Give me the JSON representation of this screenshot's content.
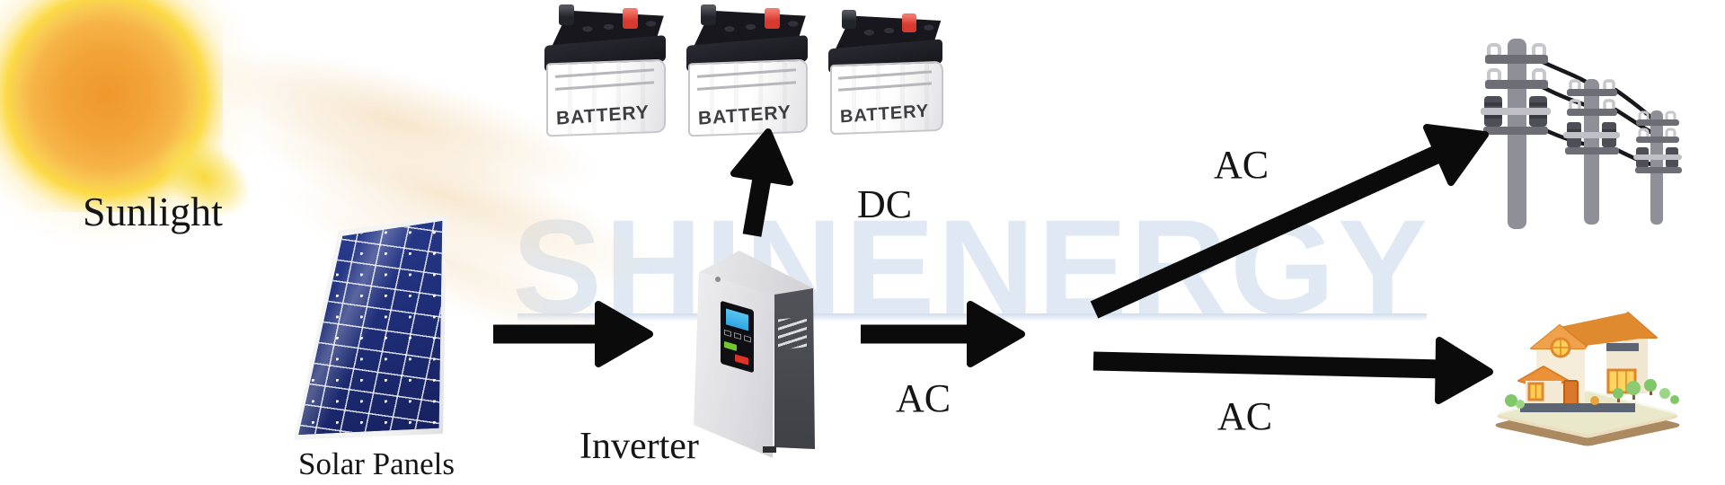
{
  "watermark": {
    "text": "SHINENERGY",
    "color": "#dfe8f3"
  },
  "labels": {
    "sunlight": "Sunlight",
    "solar_panels": "Solar Panels",
    "inverter": "Inverter",
    "dc": "DC",
    "ac_out": "AC",
    "ac_grid": "AC",
    "ac_home": "AC"
  },
  "batteries": {
    "labels": [
      "BATTERY",
      "BATTERY",
      "BATTERY"
    ]
  },
  "icons": {
    "sun": "sun-icon",
    "solar_panel": "solar-panel-icon",
    "battery": "battery-icon",
    "inverter": "inverter-icon",
    "utility_poles": "utility-poles-icon",
    "house": "house-icon"
  },
  "colors": {
    "arrow": "#0b0b0b",
    "text": "#151515",
    "watermark": "#dfe8f3",
    "sun_core": "#ef982c",
    "ray_yellow": "#f7d834",
    "panel_blue": "#20307a",
    "battery_top": "#17171d",
    "battery_red": "#d93a30",
    "inverter_screen": "#2fa6e2",
    "pole_gray": "#8f8f97",
    "roof_orange": "#ef9d43",
    "window_glow": "#ffcf52"
  }
}
